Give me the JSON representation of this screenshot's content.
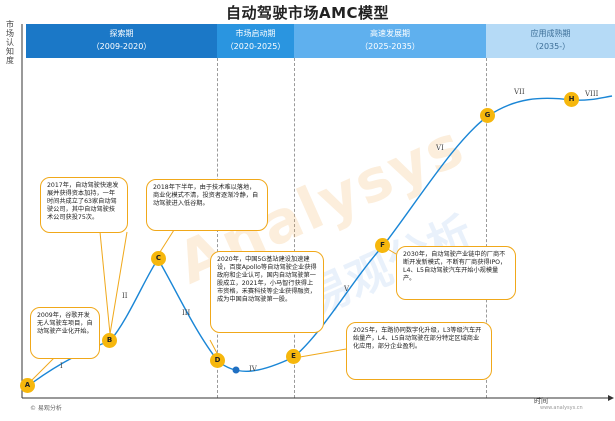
{
  "title": "自动驾驶市场AMC模型",
  "y_axis_label": "市场认知度",
  "x_axis_label": "时间",
  "phases": [
    {
      "name": "探索期",
      "years": "（2009-2020）"
    },
    {
      "name": "市场启动期",
      "years": "（2020-2025）"
    },
    {
      "name": "高速发展期",
      "years": "（2025-2035）"
    },
    {
      "name": "应用成熟期",
      "years": "（2035-）"
    }
  ],
  "nodes": [
    "A",
    "B",
    "C",
    "D",
    "E",
    "F",
    "G",
    "H"
  ],
  "segments": [
    "I",
    "II",
    "III",
    "IV",
    "V",
    "VI",
    "VII",
    "VIII"
  ],
  "notes": [
    "2009年，谷歌开发无人驾驶车项目，自动驾驶产业化开始。",
    "2017年，自动驾驶快速发展并获得资本加持，一年时间共成立了63家自动驾驶公司，其中自动驾驶技术公司获投75次。",
    "2018年下半年，由于技术难以落地，商业化模式不清，投资者逐渐冷静，自动驾驶进入低谷期。",
    "2020年，中国5G基站建设加速建设，百度Apollo等自动驾驶企业获得政府和企业认可，国内自动驾驶第一股成立，2021年，小马智行获得上市资格，禾赛科技等企业获得融资，成为中国自动驾驶第一股。",
    "2025年，车路协同数字化升级，L3等级汽车开始量产，L4、L5自动驾驶在部分特定区域商业化应用，部分企业盈利。",
    "2030年，自动驾驶产业链中的厂商不断开发新模式，不断有厂商获得IPO，L4、L5自动驾驶汽车开始小规模量产。"
  ],
  "footer_left": "© 易观分析",
  "footer_right": "www.analysys.cn",
  "watermark_text": "Analysys",
  "watermark_text2": "易观分析",
  "colors": {
    "node": "#f6b70d",
    "curve": "#1a86d6",
    "box_border": "#f0a81a"
  }
}
